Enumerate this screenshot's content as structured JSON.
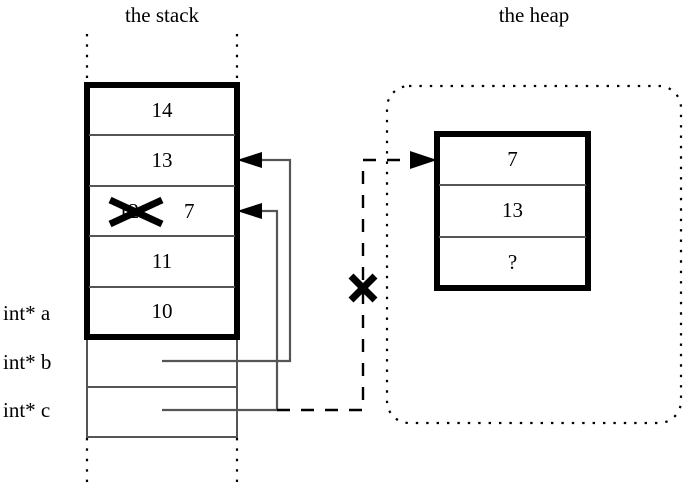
{
  "diagram": {
    "title_stack": "the stack",
    "title_heap": "the heap",
    "colors": {
      "ink": "#000000",
      "thin_rule": "#555555",
      "background": "#ffffff"
    },
    "stack": {
      "label": "the stack",
      "frame_cells": [
        {
          "value": "14"
        },
        {
          "value": "13"
        },
        {
          "value": "12",
          "replacement": "7",
          "struck": true
        },
        {
          "value": "11"
        },
        {
          "value": "10"
        }
      ],
      "pointer_cells": [
        {
          "name": "int* b",
          "value": ""
        },
        {
          "name": "int* c",
          "value": ""
        }
      ],
      "variables": [
        {
          "label": "int* a"
        },
        {
          "label": "int* b"
        },
        {
          "label": "int* c"
        }
      ]
    },
    "heap": {
      "label": "the heap",
      "cells": [
        {
          "value": "7"
        },
        {
          "value": "13"
        },
        {
          "value": "?"
        }
      ]
    },
    "annotations": {
      "struck_old_value": "12",
      "new_value": "7",
      "unknown_value": "?",
      "invalid_pointer_mark": "✕",
      "struck_value_mark": "✕"
    }
  }
}
